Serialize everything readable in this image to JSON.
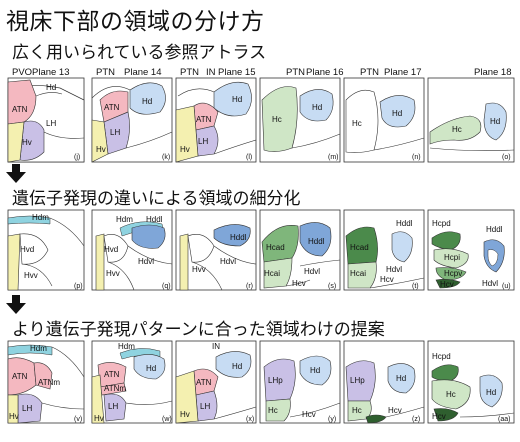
{
  "title": "視床下部の領域の分け方",
  "sections": [
    {
      "heading": "広く用いられている参照アトラス",
      "panels": [
        {
          "id": "(j)",
          "plane": "Plane 13",
          "top_labels": [
            "PVO"
          ],
          "regions": [
            "Hd",
            "ATN",
            "LH",
            "Hv"
          ]
        },
        {
          "id": "(k)",
          "plane": "Plane 14",
          "top_labels": [
            "PTN"
          ],
          "regions": [
            "Hd",
            "ATN",
            "LH",
            "Hv"
          ]
        },
        {
          "id": "(l)",
          "plane": "Plane 15",
          "top_labels": [
            "PTN",
            "IN"
          ],
          "regions": [
            "Hd",
            "ATN",
            "LH",
            "Hv"
          ]
        },
        {
          "id": "(m)",
          "plane": "Plane 16",
          "top_labels": [
            "PTN"
          ],
          "regions": [
            "Hd",
            "Hc"
          ]
        },
        {
          "id": "(n)",
          "plane": "Plane 17",
          "top_labels": [
            "PTN"
          ],
          "regions": [
            "Hd",
            "Hc"
          ]
        },
        {
          "id": "(o)",
          "plane": "Plane 18",
          "top_labels": [],
          "regions": [
            "Hc",
            "Hd"
          ]
        }
      ]
    },
    {
      "heading": "遺伝子発現の違いによる領域の細分化",
      "panels": [
        {
          "id": "(p)",
          "regions": [
            "Hdm",
            "Hvd",
            "Hvv"
          ]
        },
        {
          "id": "(q)",
          "regions": [
            "Hdm",
            "Hddl",
            "Hvd",
            "Hdvl",
            "Hvv"
          ]
        },
        {
          "id": "(r)",
          "regions": [
            "Hddl",
            "Hvv",
            "Hdvl"
          ]
        },
        {
          "id": "(s)",
          "regions": [
            "Hcad",
            "Hddl",
            "Hcai",
            "Hdvl",
            "Hcv"
          ]
        },
        {
          "id": "(t)",
          "regions": [
            "Hddl",
            "Hcad",
            "Hcai",
            "Hdvl",
            "Hcv"
          ]
        },
        {
          "id": "(u)",
          "regions": [
            "Hcpd",
            "Hddl",
            "Hcpi",
            "Hcpv",
            "Hdvl",
            "Hcv"
          ]
        }
      ]
    },
    {
      "heading": "より遺伝子発現パターンに合った領域わけの提案",
      "panels": [
        {
          "id": "(v)",
          "regions": [
            "Hdm",
            "ATN",
            "ATNm",
            "LH",
            "Hv"
          ]
        },
        {
          "id": "(w)",
          "regions": [
            "Hdm",
            "Hd",
            "ATN",
            "ATNm",
            "LH",
            "Hv"
          ]
        },
        {
          "id": "(x)",
          "regions": [
            "IN",
            "Hd",
            "ATN",
            "LH",
            "Hv"
          ]
        },
        {
          "id": "(y)",
          "regions": [
            "LHp",
            "Hd",
            "Hc",
            "Hcv"
          ]
        },
        {
          "id": "(z)",
          "regions": [
            "LHp",
            "Hd",
            "Hc",
            "Hcv"
          ]
        },
        {
          "id": "(aa)",
          "regions": [
            "Hcpd",
            "Hc",
            "Hd",
            "Hcv"
          ]
        }
      ]
    }
  ],
  "colors": {
    "ATN": "#f4b8c0",
    "LH": "#c9c0e6",
    "Hd": "#c7dcf3",
    "Hc": "#cfe6c6",
    "Hv": "#f4f0b0",
    "cyan": "#8fd3e0",
    "dark_green": "#4b8a4b",
    "mid_green": "#7fb67b",
    "blue": "#7fa6d8"
  }
}
